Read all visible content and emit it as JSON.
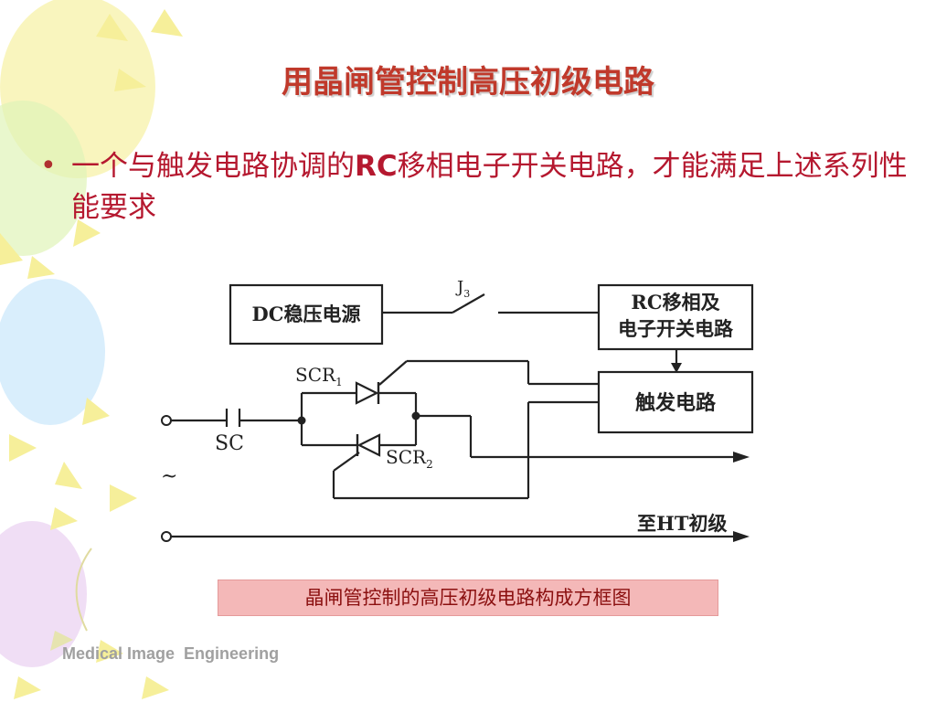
{
  "slide": {
    "title": "用晶闸管控制高压初级电路",
    "bullet": {
      "part1": "一个与触发电路协调的",
      "bold": "RC",
      "part2": "移相电子开关电路，才能满足上述系列性能要求"
    },
    "caption": "晶闸管控制的高压初级电路构成方框图",
    "footer": "Medical Image  Engineering"
  },
  "diagram": {
    "dc_box": "DC稳压电源",
    "rc_box_line1": "RC移相及",
    "rc_box_line2": "电子开关电路",
    "trigger_box": "触发电路",
    "switch_label": "J",
    "switch_sub": "3",
    "scr1_label": "SCR",
    "scr1_sub": "1",
    "scr2_label": "SCR",
    "scr2_sub": "2",
    "sc_label": "SC",
    "ac_symbol": "~",
    "output_label": "至HT初级"
  },
  "colors": {
    "title": "#c0392b",
    "bullet_text": "#b5182f",
    "caption_bg": "#f4b8b8",
    "footer": "#a0a0a0"
  }
}
